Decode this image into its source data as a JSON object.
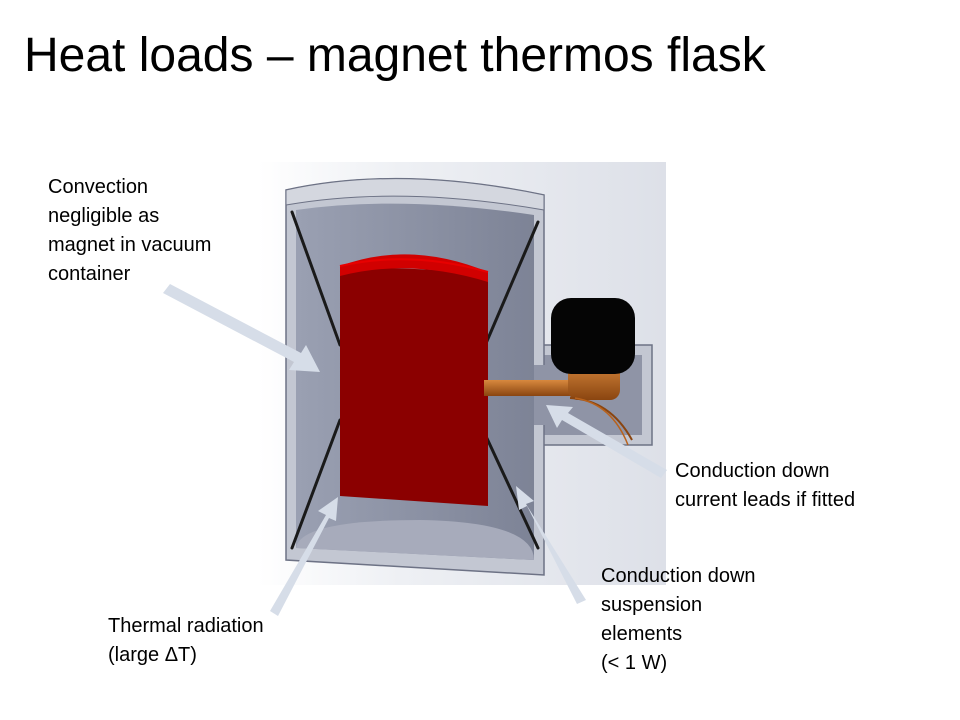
{
  "slide": {
    "title": "Heat loads – magnet thermos flask"
  },
  "labels": {
    "convection": "Convection\nnegligible as\nmagnet in vacuum\ncontainer",
    "current_leads": "Conduction down\ncurrent leads if fitted",
    "suspension": "Conduction down\nsuspension\nelements\n(< 1 W)",
    "radiation": "Thermal radiation\n(large ΔT)"
  },
  "colors": {
    "vessel": "#8a8fa2",
    "vessel_light": "#b9bdca",
    "magnet": "#8b0000",
    "magnet_top": "#d10000",
    "arrow": "#d6dde8",
    "lead": "#b8621c",
    "cap": "#050505"
  },
  "icons": {
    "vessel": "vacuum-vessel-cutaway-icon",
    "magnet": "magnet-block-icon",
    "current_lead": "current-lead-icon"
  }
}
